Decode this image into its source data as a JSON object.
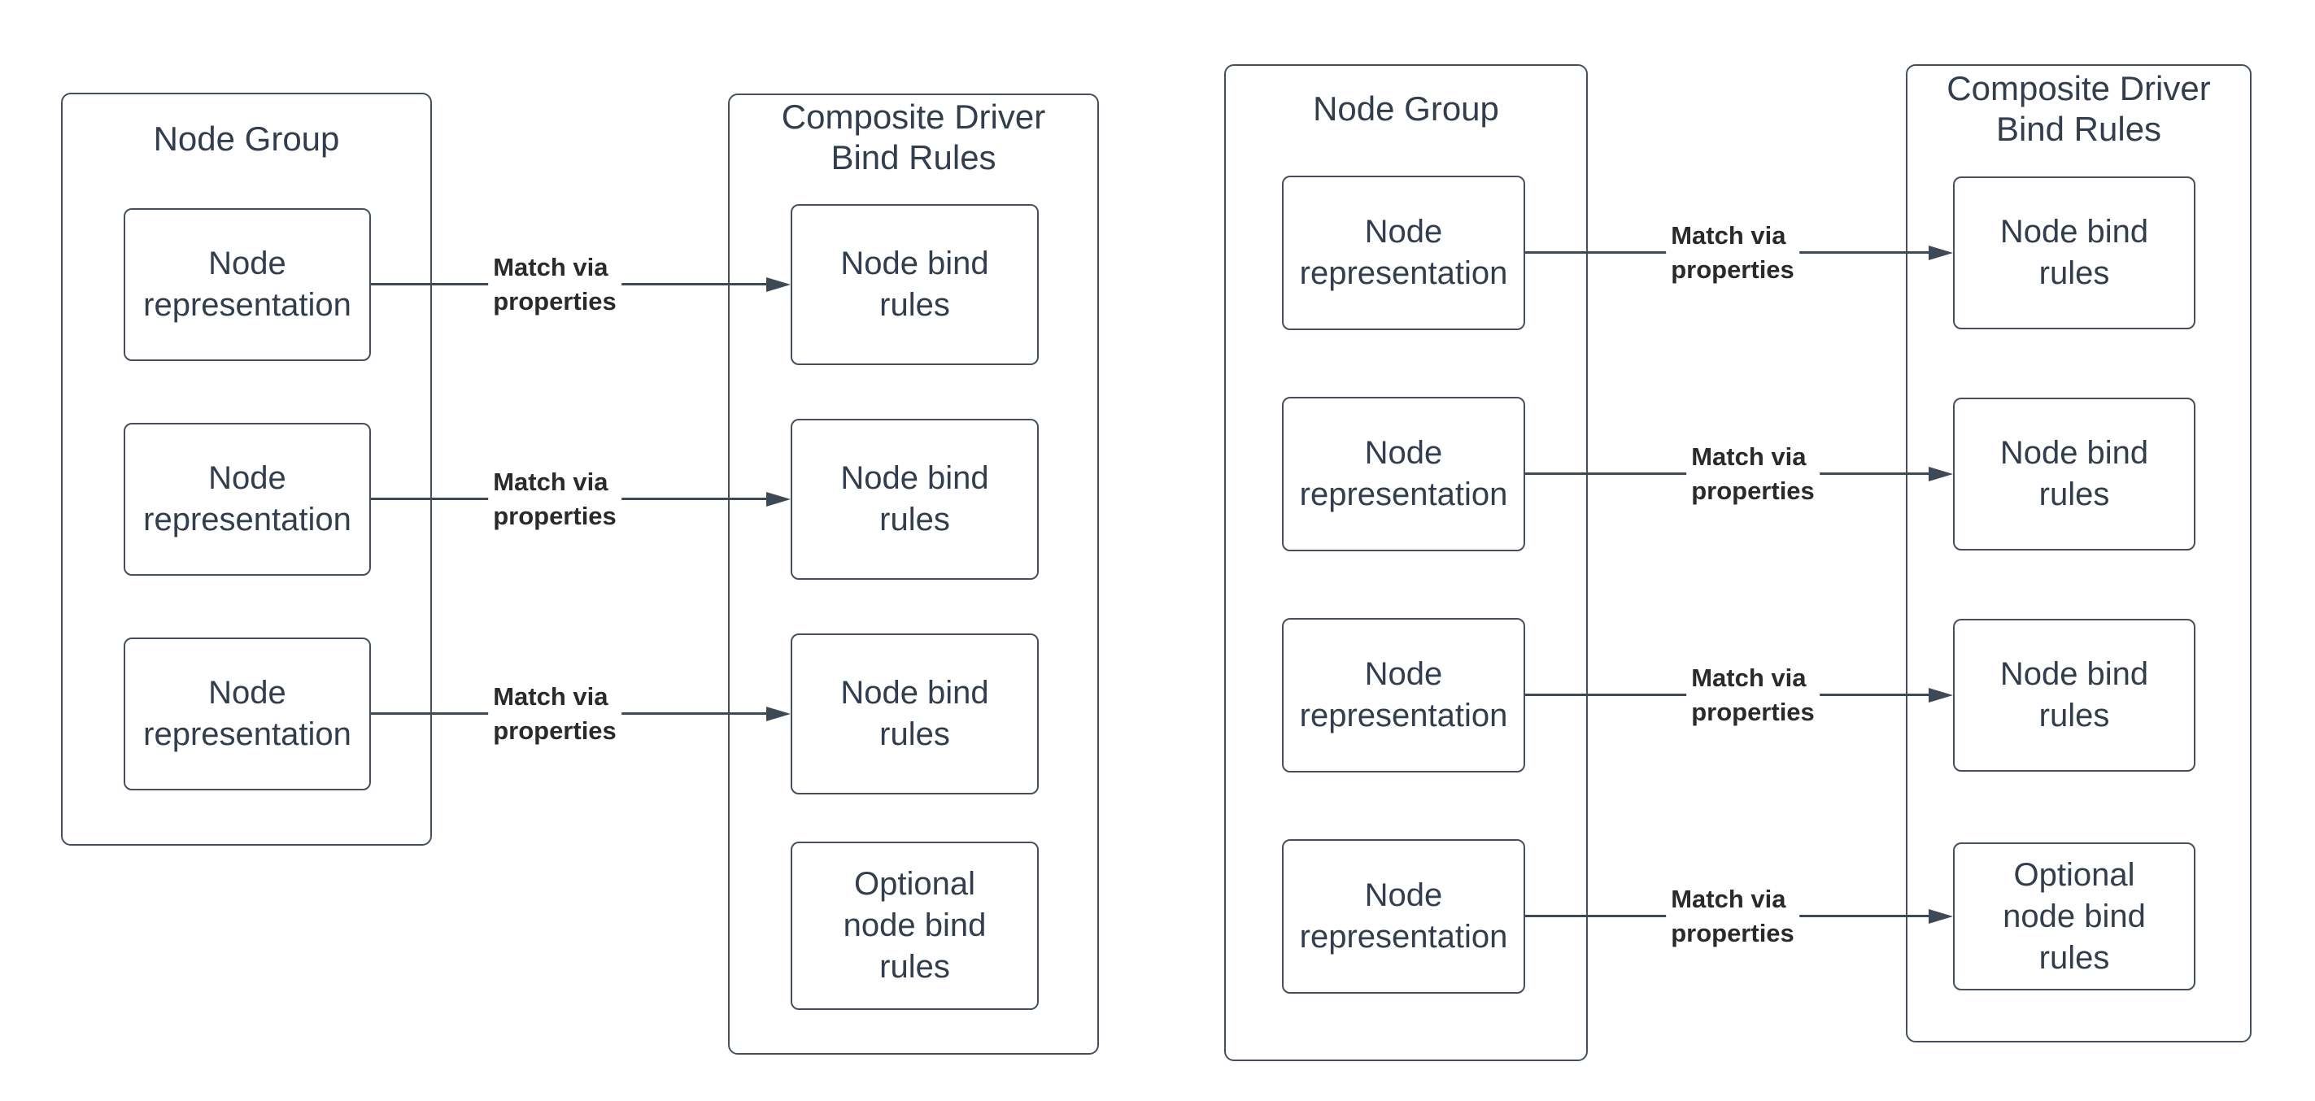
{
  "palette": {
    "background": "#ffffff",
    "shape_border": "#46505c",
    "shape_text": "#323e4d",
    "edge_line": "#3e4956",
    "edge_label_text": "#2a2a2a"
  },
  "left_diagram": {
    "group": {
      "title": "Node Group",
      "nodes": [
        "Node\nrepresentation",
        "Node\nrepresentation",
        "Node\nrepresentation"
      ]
    },
    "composite": {
      "title": "Composite Driver\nBind Rules",
      "rules": [
        "Node bind\nrules",
        "Node bind\nrules",
        "Node bind\nrules"
      ],
      "optional_rule": "Optional\nnode bind\nrules"
    },
    "edges": [
      "Match via\nproperties",
      "Match via\nproperties",
      "Match via\nproperties"
    ]
  },
  "right_diagram": {
    "group": {
      "title": "Node Group",
      "nodes": [
        "Node\nrepresentation",
        "Node\nrepresentation",
        "Node\nrepresentation",
        "Node\nrepresentation"
      ]
    },
    "composite": {
      "title": "Composite Driver\nBind Rules",
      "rules": [
        "Node bind\nrules",
        "Node bind\nrules",
        "Node bind\nrules"
      ],
      "optional_rule": "Optional\nnode bind\nrules"
    },
    "edges": [
      "Match via\nproperties",
      "Match via\nproperties",
      "Match via\nproperties",
      "Match via\nproperties"
    ]
  }
}
